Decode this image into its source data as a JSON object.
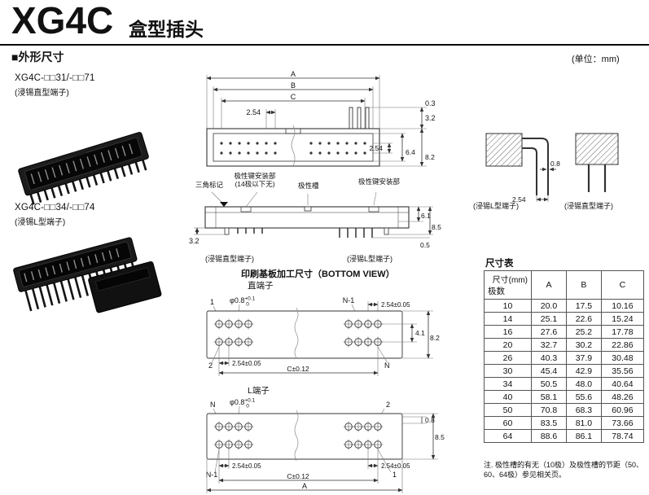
{
  "page": {
    "title": "XG4C",
    "subtitle": "盒型插头",
    "section_header": "■外形尺寸",
    "unit": "(单位：mm)"
  },
  "products": {
    "straight": {
      "model": "XG4C-□□31/-□□71",
      "terminal": "(浸锡直型端子)"
    },
    "l_type": {
      "model": "XG4C-□□34/-□□74",
      "terminal": "(浸锡L型端子)"
    }
  },
  "front_view": {
    "dim_a": "A",
    "dim_b": "B",
    "dim_c": "C",
    "pitch": "2.54",
    "d03": "0.3",
    "d32": "3.2",
    "d254": "2.54",
    "d64": "6.4",
    "d82": "8.2"
  },
  "side_view": {
    "callout_triangle": "三角标记",
    "callout_key_mount_left": "极性键安装部",
    "callout_key_mount_note": "(14极以下无)",
    "callout_slot": "极性槽",
    "callout_key_mount_right": "极性键安装部",
    "d32": "3.2",
    "d61": "6.1",
    "d85": "8.5",
    "d05": "0.5",
    "caption_left": "(浸锡直型端子)",
    "caption_right": "(浸锡L型端子)"
  },
  "bottom_view": {
    "heading": "印刷基板加工尺寸（BOTTOM VIEW）",
    "straight": {
      "label": "直端子",
      "hole": "φ0.8",
      "tol_up": "+0.1",
      "tol_dn": "0",
      "pin_1": "1",
      "pin_2": "2",
      "pin_n1": "N-1",
      "pin_n": "N",
      "pitch_top": "2.54±0.05",
      "d41": "4.1",
      "d82": "8.2",
      "pitch_bottom": "2.54±0.05",
      "dim_c": "C±0.12"
    },
    "l_type": {
      "label": "L端子",
      "hole": "φ0.8",
      "tol_up": "+0.1",
      "tol_dn": "0",
      "pin_n": "N",
      "pin_2": "2",
      "pin_n1": "N-1",
      "pin_1": "1",
      "d08": "0.8",
      "d85": "8.5",
      "pitch_left": "2.54±0.05",
      "pitch_right": "2.54±0.05",
      "dim_c": "C±0.12",
      "dim_a": "A"
    }
  },
  "terminal_detail": {
    "l_type": {
      "caption": "(浸锡L型端子)",
      "d08": "0.8",
      "d254": "2.54"
    },
    "straight": {
      "caption": "(浸锡直型端子)"
    }
  },
  "dim_table": {
    "title": "尺寸表",
    "header_top": "尺寸(mm)",
    "header_bottom": "极数",
    "col_a": "A",
    "col_b": "B",
    "col_c": "C",
    "rows": [
      [
        "10",
        "20.0",
        "17.5",
        "10.16"
      ],
      [
        "14",
        "25.1",
        "22.6",
        "15.24"
      ],
      [
        "16",
        "27.6",
        "25.2",
        "17.78"
      ],
      [
        "20",
        "32.7",
        "30.2",
        "22.86"
      ],
      [
        "26",
        "40.3",
        "37.9",
        "30.48"
      ],
      [
        "30",
        "45.4",
        "42.9",
        "35.56"
      ],
      [
        "34",
        "50.5",
        "48.0",
        "40.64"
      ],
      [
        "40",
        "58.1",
        "55.6",
        "48.26"
      ],
      [
        "50",
        "70.8",
        "68.3",
        "60.96"
      ],
      [
        "60",
        "83.5",
        "81.0",
        "73.66"
      ],
      [
        "64",
        "88.6",
        "86.1",
        "78.74"
      ]
    ],
    "note": "注. 极性槽的有无（10极）及极性槽的节距（50、60、64极）参见相关页。"
  }
}
